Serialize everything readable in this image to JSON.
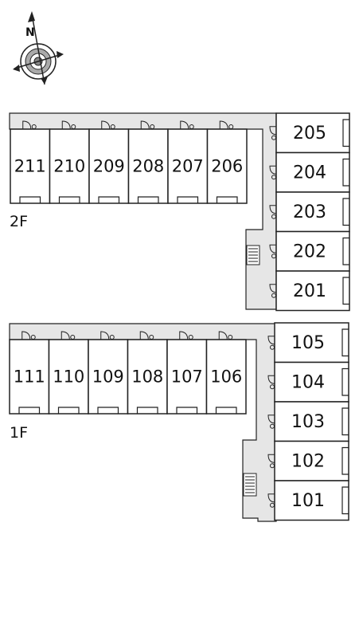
{
  "compass": {
    "north_label": "N"
  },
  "floors": [
    {
      "id": "2f",
      "label": "2F",
      "row_units": [
        "211",
        "210",
        "209",
        "208",
        "207",
        "206"
      ],
      "column_units": [
        "205",
        "204",
        "203",
        "202",
        "201"
      ]
    },
    {
      "id": "1f",
      "label": "1F",
      "row_units": [
        "111",
        "110",
        "109",
        "108",
        "107",
        "106"
      ],
      "column_units": [
        "105",
        "104",
        "103",
        "102",
        "101"
      ]
    }
  ],
  "colors": {
    "corridor": "#e6e6e6",
    "line": "#222222",
    "background": "#ffffff"
  }
}
